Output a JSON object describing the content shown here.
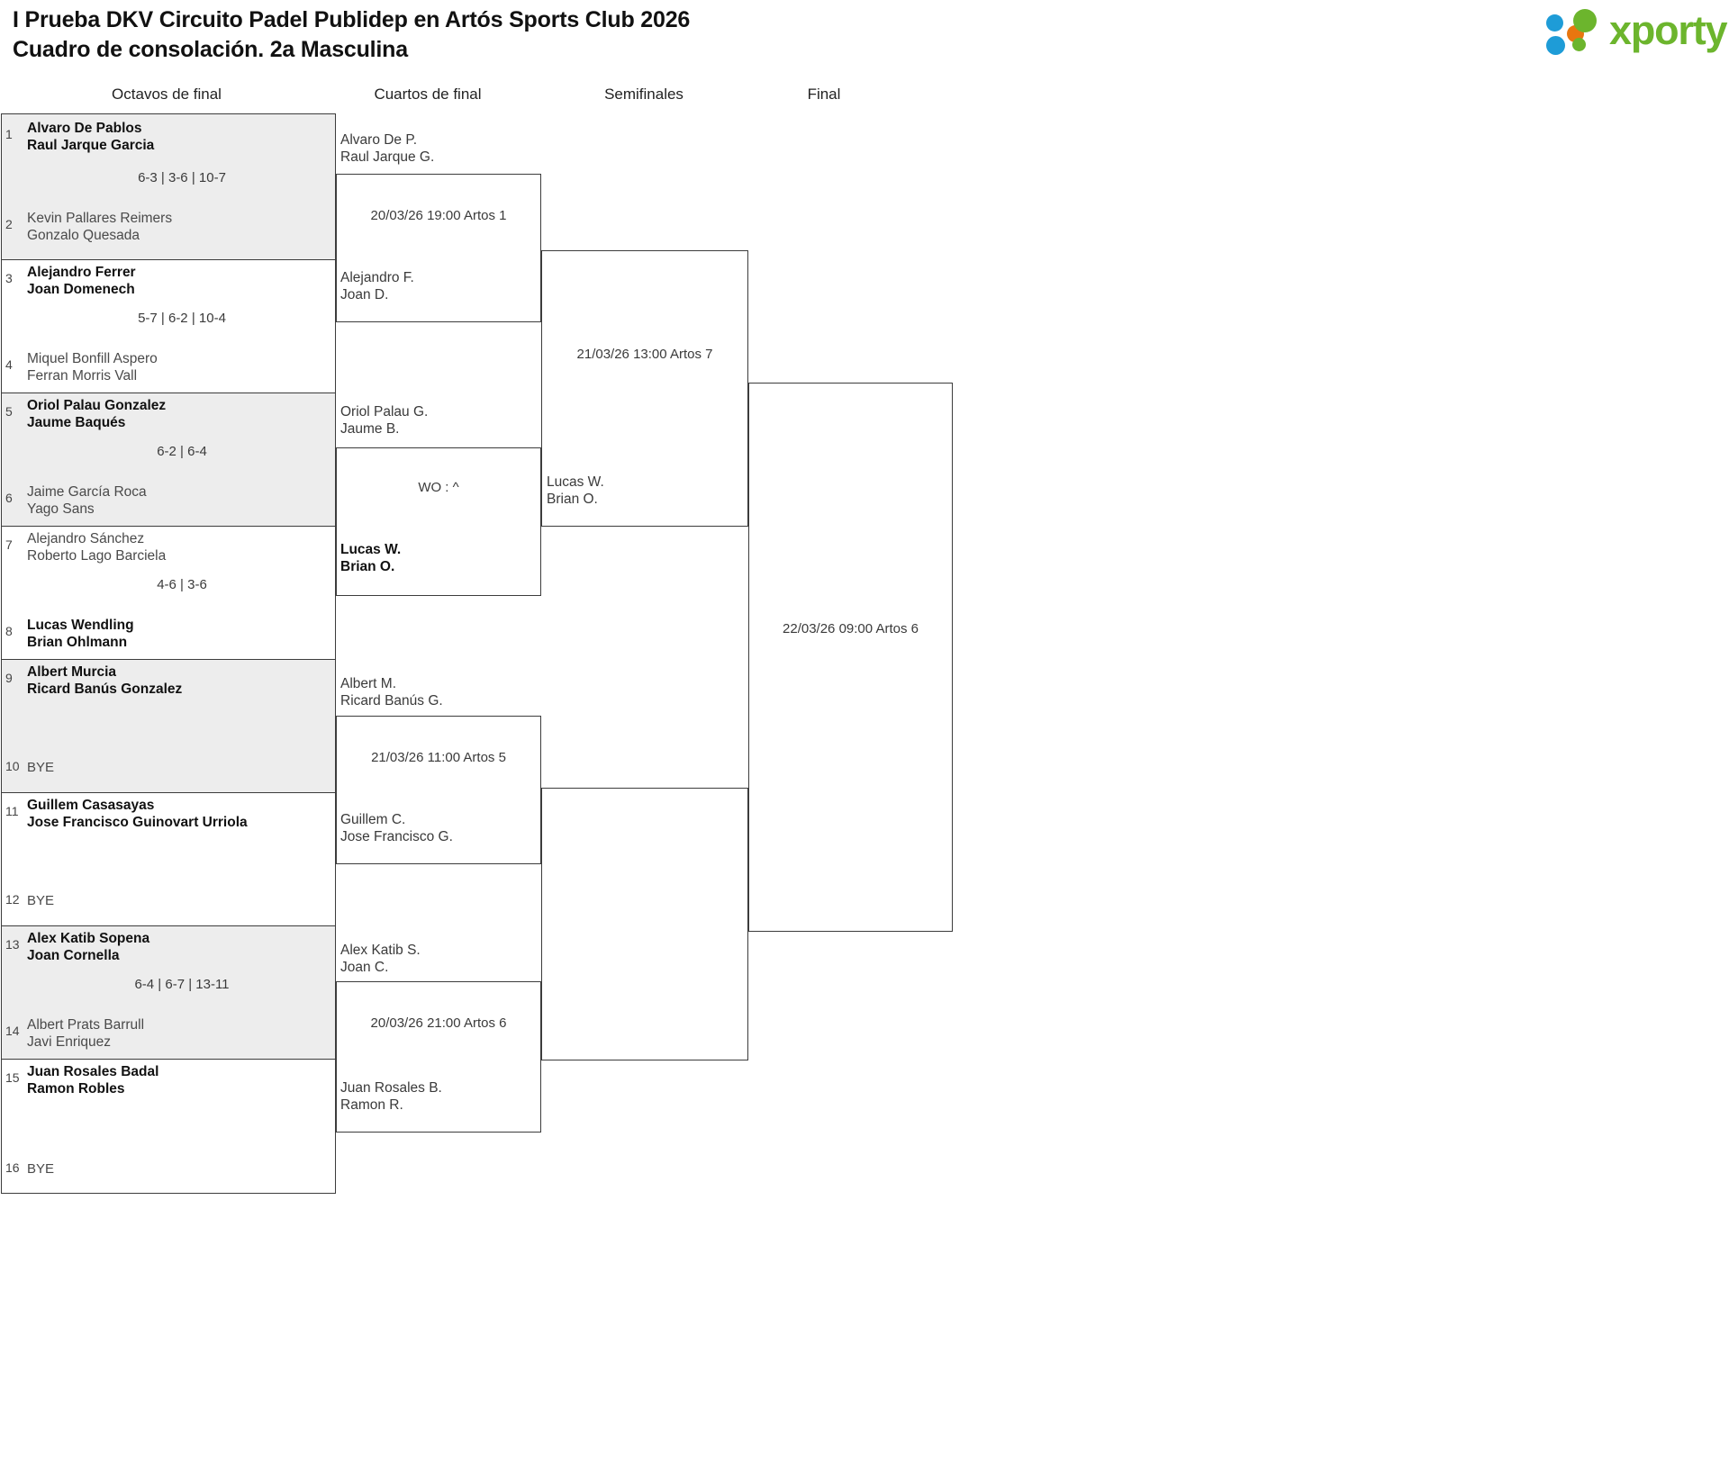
{
  "header": {
    "title_line1": "I Prueba DKV Circuito Padel Publidep en Artós Sports Club 2026",
    "title_line2": "Cuadro de consolación. 2a Masculina",
    "logo_text": "xporty",
    "logo_colors": {
      "blue": "#1e9cd7",
      "orange": "#e8760f",
      "green": "#6cb52d"
    }
  },
  "rounds": [
    {
      "id": "octavos",
      "label": "Octavos de final"
    },
    {
      "id": "cuartos",
      "label": "Cuartos de final"
    },
    {
      "id": "semis",
      "label": "Semifinales"
    },
    {
      "id": "final",
      "label": "Final"
    }
  ],
  "octavos": {
    "matches": [
      {
        "score": "6-3 | 3-6 | 10-7",
        "top": {
          "seed": "1",
          "p1": "Alvaro De Pablos",
          "p2": "Raul Jarque Garcia",
          "winner": true
        },
        "bottom": {
          "seed": "2",
          "p1": "Kevin Pallares Reimers",
          "p2": "Gonzalo Quesada",
          "winner": false
        }
      },
      {
        "score": "5-7 | 6-2 | 10-4",
        "top": {
          "seed": "3",
          "p1": "Alejandro Ferrer",
          "p2": "Joan Domenech",
          "winner": true
        },
        "bottom": {
          "seed": "4",
          "p1": "Miquel Bonfill Aspero",
          "p2": "Ferran Morris Vall",
          "winner": false
        }
      },
      {
        "score": "6-2 | 6-4",
        "top": {
          "seed": "5",
          "p1": "Oriol Palau Gonzalez",
          "p2": "Jaume Baqués",
          "winner": true
        },
        "bottom": {
          "seed": "6",
          "p1": "Jaime García Roca",
          "p2": "Yago Sans",
          "winner": false
        }
      },
      {
        "score": "4-6 | 3-6",
        "top": {
          "seed": "7",
          "p1": "Alejandro Sánchez",
          "p2": "Roberto Lago Barciela",
          "winner": false
        },
        "bottom": {
          "seed": "8",
          "p1": "Lucas Wendling",
          "p2": "Brian Ohlmann",
          "winner": true
        }
      },
      {
        "score": "",
        "top": {
          "seed": "9",
          "p1": "Albert Murcia",
          "p2": "Ricard Banús Gonzalez",
          "winner": true
        },
        "bottom": {
          "seed": "10",
          "bye": "BYE"
        }
      },
      {
        "score": "",
        "top": {
          "seed": "11",
          "p1": "Guillem Casasayas",
          "p2": "Jose Francisco Guinovart Urriola",
          "winner": true
        },
        "bottom": {
          "seed": "12",
          "bye": "BYE"
        }
      },
      {
        "score": "6-4 | 6-7 | 13-11",
        "top": {
          "seed": "13",
          "p1": "Alex Katib Sopena",
          "p2": "Joan Cornella",
          "winner": true
        },
        "bottom": {
          "seed": "14",
          "p1": "Albert Prats Barrull",
          "p2": "Javi Enriquez",
          "winner": false
        }
      },
      {
        "score": "",
        "top": {
          "seed": "15",
          "p1": "Juan Rosales Badal",
          "p2": "Ramon Robles",
          "winner": true
        },
        "bottom": {
          "seed": "16",
          "bye": "BYE"
        }
      }
    ]
  },
  "cuartos": {
    "matches": [
      {
        "meta": "20/03/26 19:00 Artos 1",
        "top": {
          "p1": "Alvaro De P.",
          "p2": "Raul Jarque G.",
          "winner": false
        },
        "bottom": {
          "p1": "Alejandro F.",
          "p2": "Joan D.",
          "winner": false
        }
      },
      {
        "meta": "WO : ^",
        "top": {
          "p1": "Oriol Palau G.",
          "p2": "Jaume B.",
          "winner": false
        },
        "bottom": {
          "p1": "Lucas W.",
          "p2": "Brian O.",
          "winner": true
        }
      },
      {
        "meta": "21/03/26 11:00 Artos 5",
        "top": {
          "p1": "Albert M.",
          "p2": "Ricard Banús G.",
          "winner": false
        },
        "bottom": {
          "p1": "Guillem C.",
          "p2": "Jose Francisco G.",
          "winner": false
        }
      },
      {
        "meta": "20/03/26 21:00 Artos 6",
        "top": {
          "p1": "Alex Katib S.",
          "p2": "Joan C.",
          "winner": false
        },
        "bottom": {
          "p1": "Juan Rosales B.",
          "p2": "Ramon R.",
          "winner": false
        }
      }
    ]
  },
  "semis": {
    "matches": [
      {
        "meta": "21/03/26 13:00 Artos 7",
        "bottom": {
          "p1": "Lucas W.",
          "p2": "Brian O.",
          "winner": false
        }
      },
      {
        "meta": "",
        "bottom": {
          "p1": "",
          "p2": "",
          "winner": false
        }
      }
    ]
  },
  "final": {
    "matches": [
      {
        "meta": "22/03/26 09:00 Artos 6"
      }
    ]
  }
}
